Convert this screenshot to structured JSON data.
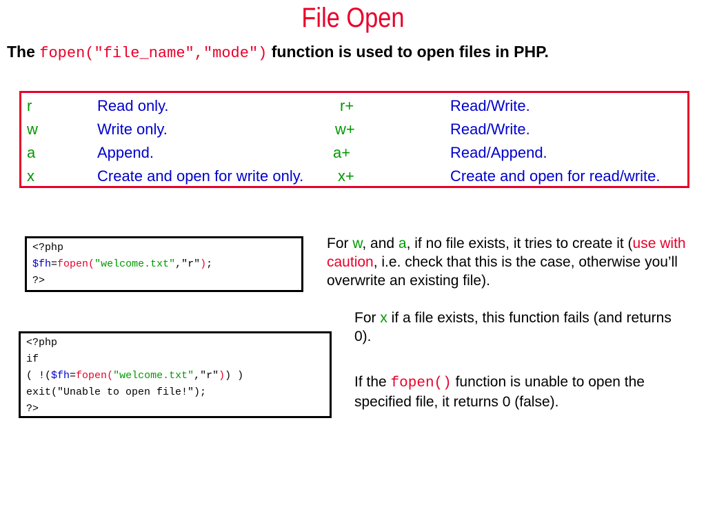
{
  "title": "File Open",
  "intro": {
    "prefix": "The",
    "func_name": "fopen",
    "open_paren": "(",
    "arg1": "\"file_name\"",
    "comma": ",",
    "arg2": "\"mode\"",
    "close_paren": ")",
    "suffix": "function is used to open files in PHP."
  },
  "modes": {
    "left": [
      {
        "key": "r",
        "desc": "Read only."
      },
      {
        "key": "w",
        "desc": "Write only."
      },
      {
        "key": "a",
        "desc": "Append."
      },
      {
        "key": "x",
        "desc": "Create and open for write only."
      }
    ],
    "right": [
      {
        "key": "r+",
        "desc": "Read/Write."
      },
      {
        "key": "w+",
        "desc": "Read/Write."
      },
      {
        "key": "a+",
        "desc": "Read/Append."
      },
      {
        "key": "x+",
        "desc": "Create and open for read/write."
      }
    ]
  },
  "code1": {
    "line1": "<?php",
    "var": "$fh",
    "eq": "=",
    "func": "fopen",
    "paren_open": "(",
    "arg1": "\"welcome.txt\"",
    "comma": ",",
    "arg2": "\"r\"",
    "paren_close": ")",
    "semi": ";",
    "line3": "?>"
  },
  "code2": {
    "line1": "<?php",
    "line2": "if",
    "l3_start": "( !(",
    "var": "$fh",
    "eq": "=",
    "func": "fopen",
    "paren_open": "(",
    "arg1": "\"welcome.txt\"",
    "comma": ",",
    "arg2": "\"r\"",
    "paren_close": ")",
    "l3_end": ") )",
    "line4": "exit(\"Unable to open file!\");",
    "line5": "?>"
  },
  "note1": {
    "t1": "For ",
    "w": "w",
    "t2": ", and ",
    "a": "a",
    "t3": ", if no file exists, it tries to create it (",
    "caution": "use with caution",
    "t4": ", i.e. check that this is the case, otherwise you’ll overwrite an existing file)."
  },
  "note2": {
    "t1": "For ",
    "x": "x",
    "t2": " if a file exists, this function fails (and returns 0)."
  },
  "note3": {
    "t1": "If the ",
    "code": "fopen()",
    "t2": " function is unable to open the specified file, it returns 0 (false)."
  },
  "colors": {
    "accent_red": "#e8002a",
    "mode_green": "#009900",
    "desc_blue": "#0000cc"
  }
}
